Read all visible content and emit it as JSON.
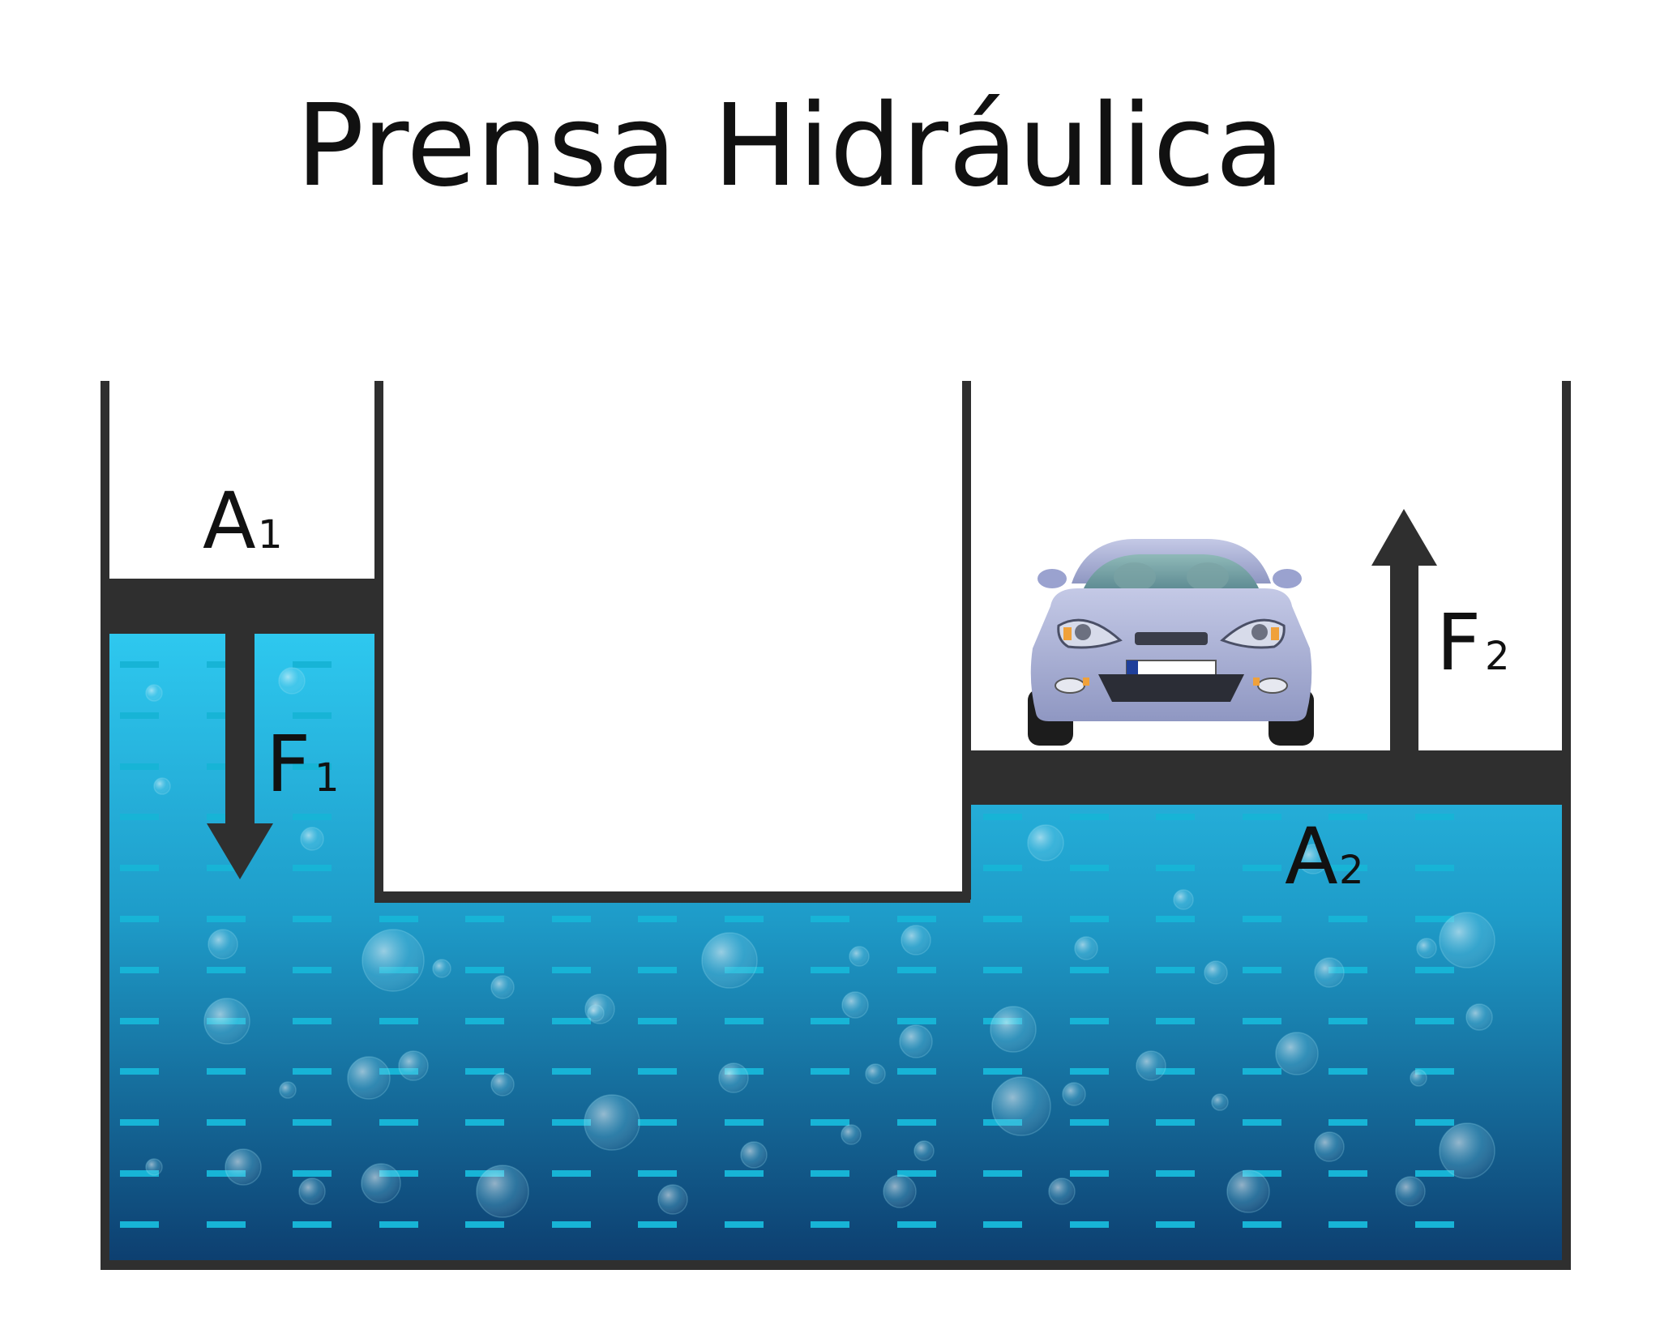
{
  "title": "Prensa Hidráulica",
  "labels": {
    "a1": {
      "main": "A",
      "sub": "1"
    },
    "a2": {
      "main": "A",
      "sub": "2"
    },
    "f1": {
      "main": "F",
      "sub": "1"
    },
    "f2": {
      "main": "F",
      "sub": "2"
    }
  },
  "colors": {
    "wall": "#2f2f2f",
    "fluid_top": "#2ec8ef",
    "fluid_mid": "#1e9cc9",
    "fluid_bottom": "#0d3f70",
    "dash": "#17b4d6",
    "car_body": "#a8b0d6"
  },
  "icons": {
    "vehicle": "car-icon",
    "force_down": "arrow-down-icon",
    "force_up": "arrow-up-icon"
  }
}
